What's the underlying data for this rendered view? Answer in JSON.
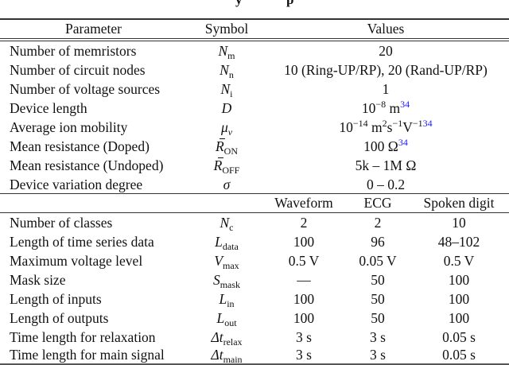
{
  "table": {
    "header": {
      "parameter": "Parameter",
      "symbol": "Symbol",
      "values": "Values"
    },
    "section1": [
      {
        "parameter": "Number of memristors",
        "symbol_base": "N",
        "symbol_sub": "m",
        "value": "20"
      },
      {
        "parameter": "Number of circuit nodes",
        "symbol_base": "N",
        "symbol_sub": "n",
        "value": "10 (Ring-UP/RP), 20 (Rand-UP/RP)"
      },
      {
        "parameter": "Number of voltage sources",
        "symbol_base": "N",
        "symbol_sub": "i",
        "value": "1"
      },
      {
        "parameter": "Device length",
        "symbol_base": "D",
        "symbol_sub": "",
        "value_base": "10",
        "value_exp": "−8",
        "value_unit": " m",
        "ref": "34"
      },
      {
        "parameter": "Average ion mobility",
        "symbol_base": "μ",
        "symbol_sub": "v",
        "value_base": "10",
        "value_exp": "−14",
        "value_unit": " m",
        "ref": "34"
      },
      {
        "parameter": "Mean resistance (Doped)",
        "symbol_base": "R",
        "symbol_sub": "ON",
        "value": "100 Ω",
        "ref": "34"
      },
      {
        "parameter": "Mean resistance (Undoped)",
        "symbol_base": "R",
        "symbol_sub": "OFF",
        "value": "5k – 1M Ω"
      },
      {
        "parameter": "Device variation degree",
        "symbol_base": "σ",
        "symbol_sub": "",
        "value": "0 – 0.2"
      }
    ],
    "section2_header": {
      "waveform": "Waveform",
      "ecg": "ECG",
      "spoken_digit": "Spoken digit"
    },
    "section2": [
      {
        "parameter": "Number of classes",
        "symbol_base": "N",
        "symbol_sub": "c",
        "waveform": "2",
        "ecg": "2",
        "spoken_digit": "10"
      },
      {
        "parameter": "Length of time series data",
        "symbol_base": "L",
        "symbol_sub": "data",
        "waveform": "100",
        "ecg": "96",
        "spoken_digit": "48–102"
      },
      {
        "parameter": "Maximum voltage level",
        "symbol_base": "V",
        "symbol_sub": "max",
        "waveform": "0.5 V",
        "ecg": "0.05 V",
        "spoken_digit": "0.5 V"
      },
      {
        "parameter": "Mask size",
        "symbol_base": "S",
        "symbol_sub": "mask",
        "waveform": "—",
        "ecg": "50",
        "spoken_digit": "100"
      },
      {
        "parameter": "Length of inputs",
        "symbol_base": "L",
        "symbol_sub": "in",
        "waveform": "100",
        "ecg": "50",
        "spoken_digit": "100"
      },
      {
        "parameter": "Length of outputs",
        "symbol_base": "L",
        "symbol_sub": "out",
        "waveform": "100",
        "ecg": "50",
        "spoken_digit": "100"
      },
      {
        "parameter": "Time length for relaxation",
        "symbol_base": "Δt",
        "symbol_sub": "relax",
        "waveform": "3 s",
        "ecg": "3 s",
        "spoken_digit": "0.05 s"
      },
      {
        "parameter": "Time length for main signal",
        "symbol_base": "Δt",
        "symbol_sub": "main",
        "waveform": "3 s",
        "ecg": "3 s",
        "spoken_digit": "0.05 s"
      }
    ],
    "mobility_units": {
      "m_exp": "2",
      "s": "s",
      "s_exp": "−1",
      "v": "V",
      "v_exp": "−1"
    }
  },
  "colors": {
    "reference_link": "#1a1aff",
    "rule": "#333333"
  }
}
